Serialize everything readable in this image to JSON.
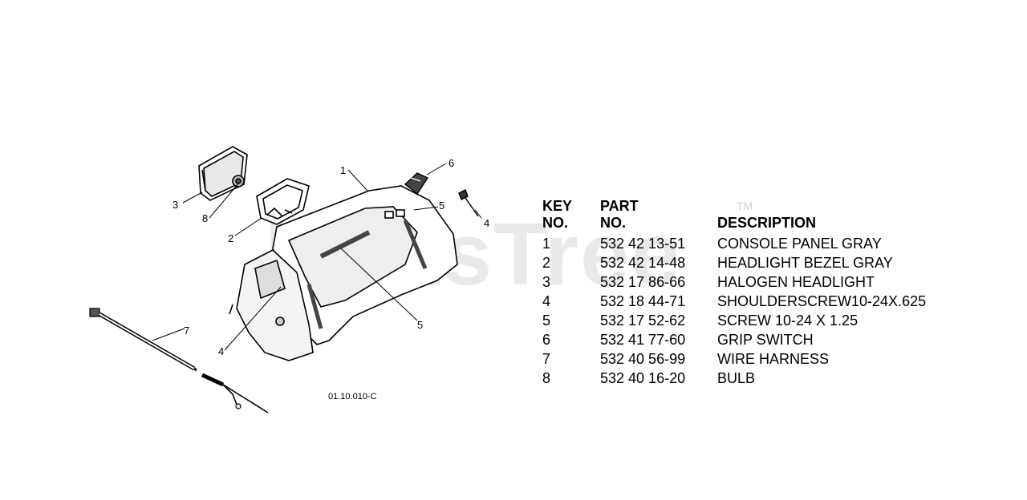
{
  "watermark": {
    "text": "PartsTree",
    "tm": "TM"
  },
  "figure_code": "01.10.010-C",
  "callouts": {
    "c1": "1",
    "c2": "2",
    "c3": "3",
    "c4a": "4",
    "c4b": "4",
    "c5a": "5",
    "c5b": "5",
    "c6": "6",
    "c7": "7",
    "c8": "8"
  },
  "table": {
    "headers": {
      "key_line1": "KEY",
      "key_line2": "NO.",
      "part_line1": "PART",
      "part_line2": "NO.",
      "description": "DESCRIPTION"
    },
    "rows": [
      {
        "key": "1",
        "part": "532 42 13-51",
        "description": "CONSOLE PANEL GRAY"
      },
      {
        "key": "2",
        "part": "532 42 14-48",
        "description": "HEADLIGHT BEZEL GRAY"
      },
      {
        "key": "3",
        "part": "532 17 86-66",
        "description": "HALOGEN HEADLIGHT"
      },
      {
        "key": "4",
        "part": "532 18 44-71",
        "description": "SHOULDERSCREW10-24X.625"
      },
      {
        "key": "5",
        "part": "532 17 52-62",
        "description": "SCREW 10-24 X 1.25"
      },
      {
        "key": "6",
        "part": "532 41 77-60",
        "description": "GRIP SWITCH"
      },
      {
        "key": "7",
        "part": "532 40 56-99",
        "description": "WIRE HARNESS"
      },
      {
        "key": "8",
        "part": "532 40 16-20",
        "description": "BULB"
      }
    ]
  }
}
